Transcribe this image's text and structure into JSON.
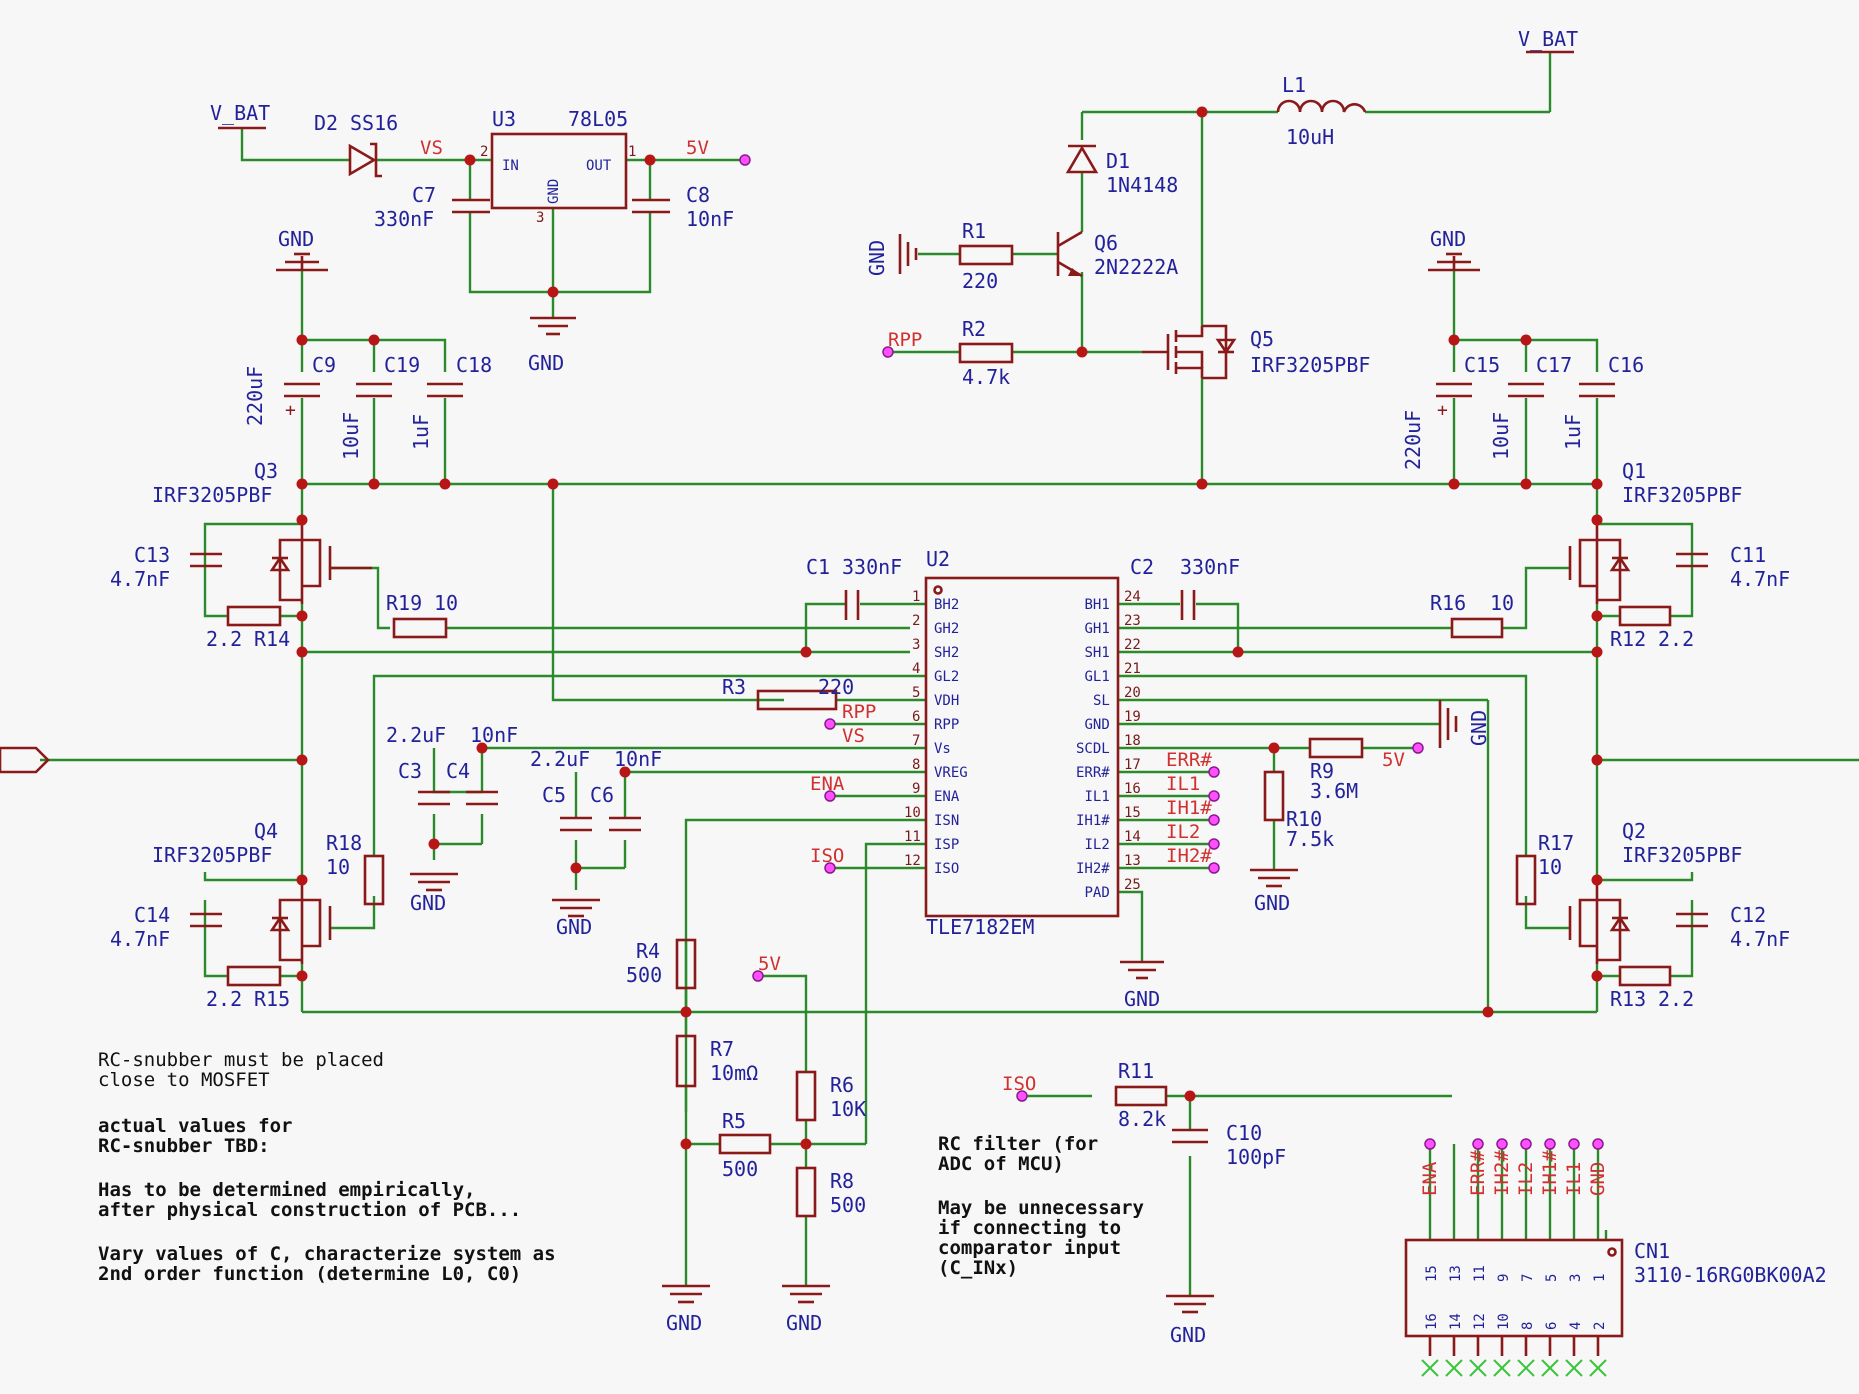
{
  "supplies": {
    "vbat_left": "V_BAT",
    "vbat_right": "V_BAT",
    "gnd": "GND"
  },
  "nets": {
    "vs": "VS",
    "five_v": "5V",
    "rpp": "RPP",
    "ena": "ENA",
    "iso": "ISO",
    "err": "ERR#",
    "il1": "IL1",
    "ih1": "IH1#",
    "il2": "IL2",
    "ih2": "IH2#"
  },
  "components": {
    "d2": {
      "ref": "D2",
      "value": "SS16"
    },
    "u3": {
      "ref": "U3",
      "value": "78L05",
      "pin_in": "IN",
      "pin_out": "OUT",
      "pin_gnd": "GND",
      "n_in": "2",
      "n_out": "1",
      "n_gnd": "3"
    },
    "c7": {
      "ref": "C7",
      "value": "330nF"
    },
    "c8": {
      "ref": "C8",
      "value": "10nF"
    },
    "l1": {
      "ref": "L1",
      "value": "10uH"
    },
    "d1": {
      "ref": "D1",
      "value": "1N4148"
    },
    "r1": {
      "ref": "R1",
      "value": "220"
    },
    "q6": {
      "ref": "Q6",
      "value": "2N2222A"
    },
    "r2": {
      "ref": "R2",
      "value": "4.7k"
    },
    "q5": {
      "ref": "Q5",
      "value": "IRF3205PBF"
    },
    "c9": {
      "ref": "C9",
      "value": "220uF"
    },
    "c19": {
      "ref": "C19",
      "value": "10uF"
    },
    "c18": {
      "ref": "C18",
      "value": "1uF"
    },
    "c15": {
      "ref": "C15",
      "value": "220uF"
    },
    "c17": {
      "ref": "C17",
      "value": "10uF"
    },
    "c16": {
      "ref": "C16",
      "value": "1uF"
    },
    "q3": {
      "ref": "Q3",
      "value": "IRF3205PBF"
    },
    "q1": {
      "ref": "Q1",
      "value": "IRF3205PBF"
    },
    "q4": {
      "ref": "Q4",
      "value": "IRF3205PBF"
    },
    "q2": {
      "ref": "Q2",
      "value": "IRF3205PBF"
    },
    "c13": {
      "ref": "C13",
      "value": "4.7nF"
    },
    "c11": {
      "ref": "C11",
      "value": "4.7nF"
    },
    "c14": {
      "ref": "C14",
      "value": "4.7nF"
    },
    "c12": {
      "ref": "C12",
      "value": "4.7nF"
    },
    "r14": {
      "ref": "R14",
      "value": "2.2"
    },
    "r12": {
      "ref": "R12",
      "value": "2.2"
    },
    "r15": {
      "ref": "R15",
      "value": "2.2"
    },
    "r13": {
      "ref": "R13",
      "value": "2.2"
    },
    "r19": {
      "ref": "R19",
      "value": "10"
    },
    "r16": {
      "ref": "R16",
      "value": "10"
    },
    "r18": {
      "ref": "R18",
      "value": "10"
    },
    "r17": {
      "ref": "R17",
      "value": "10"
    },
    "c1": {
      "ref": "C1",
      "value": "330nF"
    },
    "c2": {
      "ref": "C2",
      "value": "330nF"
    },
    "r3": {
      "ref": "R3",
      "value": "220"
    },
    "c3": {
      "ref": "C3",
      "value": "2.2uF"
    },
    "c4": {
      "ref": "C4",
      "value": "10nF"
    },
    "c5": {
      "ref": "C5",
      "value": "2.2uF"
    },
    "c6": {
      "ref": "C6",
      "value": "10nF"
    },
    "r9": {
      "ref": "R9",
      "value": "3.6M"
    },
    "r10": {
      "ref": "R10",
      "value": "7.5k"
    },
    "r4": {
      "ref": "R4",
      "value": "500"
    },
    "r7": {
      "ref": "R7",
      "value": "10mΩ"
    },
    "r6": {
      "ref": "R6",
      "value": "10K"
    },
    "r5": {
      "ref": "R5",
      "value": "500"
    },
    "r8": {
      "ref": "R8",
      "value": "500"
    },
    "r11": {
      "ref": "R11",
      "value": "8.2k"
    },
    "c10": {
      "ref": "C10",
      "value": "100pF"
    },
    "cn1": {
      "ref": "CN1",
      "value": "3110-16RG0BK00A2"
    }
  },
  "u2": {
    "ref": "U2",
    "value": "TLE7182EM",
    "left_pins": [
      {
        "num": "1",
        "name": "BH2"
      },
      {
        "num": "2",
        "name": "GH2"
      },
      {
        "num": "3",
        "name": "SH2"
      },
      {
        "num": "4",
        "name": "GL2"
      },
      {
        "num": "5",
        "name": "VDH"
      },
      {
        "num": "6",
        "name": "RPP"
      },
      {
        "num": "7",
        "name": "Vs"
      },
      {
        "num": "8",
        "name": "VREG"
      },
      {
        "num": "9",
        "name": "ENA"
      },
      {
        "num": "10",
        "name": "ISN"
      },
      {
        "num": "11",
        "name": "ISP"
      },
      {
        "num": "12",
        "name": "ISO"
      }
    ],
    "right_pins": [
      {
        "num": "24",
        "name": "BH1"
      },
      {
        "num": "23",
        "name": "GH1"
      },
      {
        "num": "22",
        "name": "SH1"
      },
      {
        "num": "21",
        "name": "GL1"
      },
      {
        "num": "20",
        "name": "SL"
      },
      {
        "num": "19",
        "name": "GND"
      },
      {
        "num": "18",
        "name": "SCDL"
      },
      {
        "num": "17",
        "name": "ERR#"
      },
      {
        "num": "16",
        "name": "IL1"
      },
      {
        "num": "15",
        "name": "IH1#"
      },
      {
        "num": "14",
        "name": "IL2"
      },
      {
        "num": "13",
        "name": "IH2#"
      },
      {
        "num": "25",
        "name": "PAD"
      }
    ]
  },
  "connector": {
    "top_labels": [
      "ENA",
      "ERR#",
      "IH2#",
      "IL2",
      "IH1#",
      "IL1",
      "GND"
    ],
    "top_pins": [
      "15",
      "13",
      "11",
      "9",
      "7",
      "5",
      "3",
      "1"
    ],
    "bottom_pins": [
      "16",
      "14",
      "12",
      "10",
      "8",
      "6",
      "4",
      "2"
    ]
  },
  "notes": {
    "snubber_1": "RC-snubber must be placed",
    "snubber_2": "close to MOSFET",
    "tbd_1": "actual values for",
    "tbd_2": "RC-snubber TBD:",
    "emp_1": "Has to be determined empirically,",
    "emp_2": "after physical construction of PCB...",
    "vary_1": "Vary values of C, characterize system as",
    "vary_2": "2nd order function (determine L0, C0)",
    "rc_1": "RC filter (for",
    "rc_2": "ADC of MCU)",
    "may_1": "May be unnecessary",
    "may_2": "if connecting to",
    "may_3": "comparator input",
    "may_4": "(C_INx)"
  }
}
